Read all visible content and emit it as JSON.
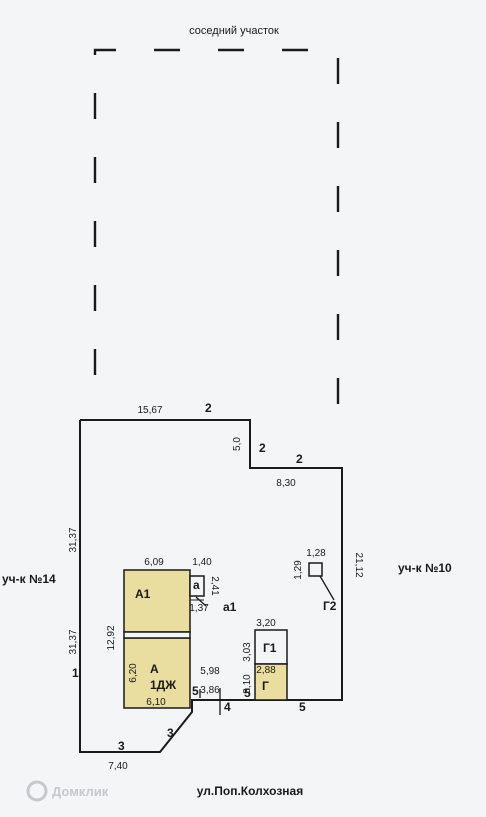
{
  "header": {
    "top_label": "соседний участок",
    "bottom_label": "ул.Поп.Колхозная"
  },
  "sides": {
    "left": "уч-к №14",
    "right": "уч-к №10"
  },
  "dimensions": {
    "top_width": "15,67",
    "top_step_v": "5,0",
    "step_right": "8,30",
    "left_upper": "31,37",
    "left_lower": "31,37",
    "right_height": "21,12",
    "bottom_left": "7,40",
    "a1_width": "6,09",
    "a_porch_width": "1,40",
    "a_porch_height": "2,41",
    "a1_porch_dim": "1,37",
    "house_height": "12,92",
    "house_a_height": "6,20",
    "house_bottom": "6,10",
    "g1_width": "3,20",
    "g1_height": "3,03",
    "g_width": "2,88",
    "g_height": "3,10",
    "mid_v": "5,98",
    "mid_v2": "3,86",
    "g2_w": "1,28",
    "g2_h": "1,29"
  },
  "markers": {
    "m2a": "2",
    "m2b": "2",
    "m2c": "2",
    "m1": "1",
    "m3a": "3",
    "m3b": "3",
    "m4": "4",
    "m5a": "5",
    "m5b": "5",
    "m5c": "5"
  },
  "rooms": {
    "a1": "А1",
    "a": "А",
    "dzh": "1ДЖ",
    "a_small": "а",
    "a1_small": "а1",
    "g1": "Г1",
    "g": "Г",
    "g2": "Г2"
  },
  "watermark": "Домклик",
  "colors": {
    "building_fill": "#e9dea0",
    "line": "#1a1a1a",
    "background": "#f4f5f7"
  }
}
